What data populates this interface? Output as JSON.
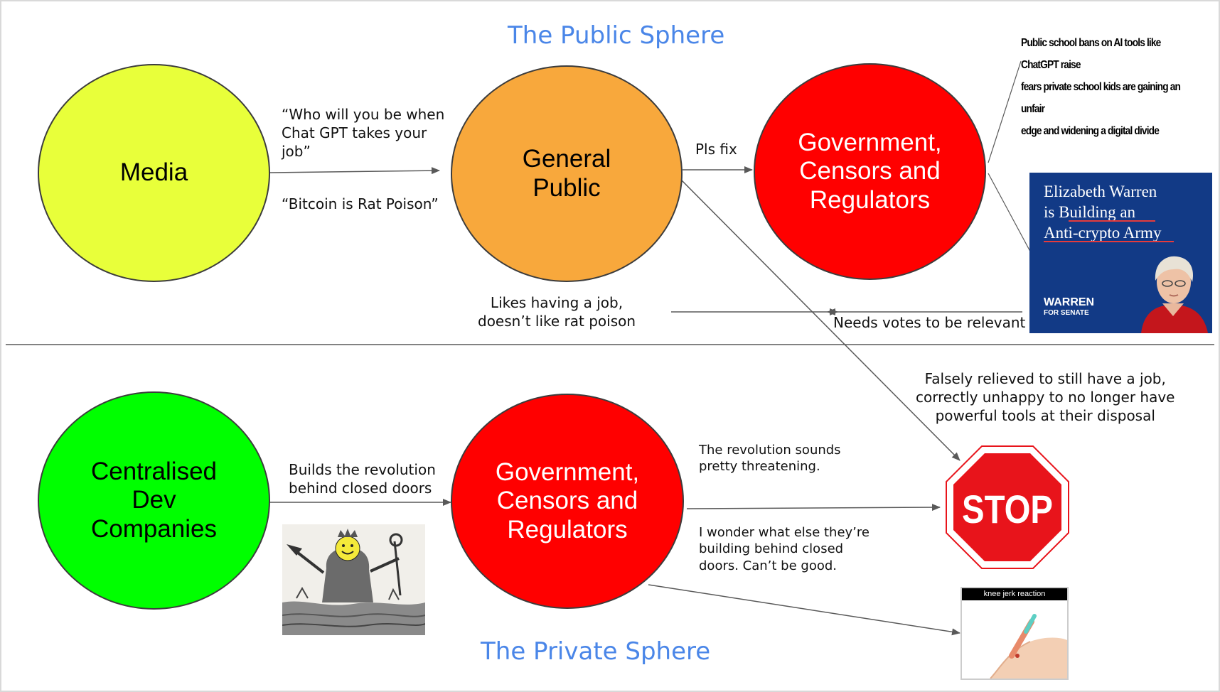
{
  "public_sphere": {
    "title": "The Public Sphere",
    "nodes": {
      "media": {
        "label": "Media",
        "color": "#e8ff3a"
      },
      "general_public": {
        "label": "General\nPublic",
        "color": "#f8a83c"
      },
      "government": {
        "label": "Government,\nCensors and\nRegulators",
        "color": "#ff0000"
      }
    },
    "edges": {
      "media_to_public": "“Who will you be when\nChat GPT takes your\njob”",
      "media_to_public_2": "“Bitcoin is Rat Poison”",
      "public_to_government": "Pls fix",
      "public_feedback": "Likes having a job,\ndoesn’t like rat poison",
      "government_feedback": "Needs votes to be relevant"
    },
    "news_headline": "Public school bans on AI tools like ChatGPT raise\nfears private school kids are gaining an unfair\nedge and widening a digital divide",
    "poster": {
      "headline": "Elizabeth Warren\nis Building an\nAnti-crypto Army",
      "logo_main": "WARREN",
      "logo_sub": "FOR SENATE",
      "background": "#123a86"
    }
  },
  "private_sphere": {
    "title": "The Private Sphere",
    "nodes": {
      "dev_companies": {
        "label": "Centralised\nDev\nCompanies",
        "color": "#00ff00"
      },
      "government": {
        "label": "Government,\nCensors and\nRegulators",
        "color": "#ff0000"
      }
    },
    "edges": {
      "dev_to_government": "Builds the revolution\nbehind closed doors",
      "threat_note": "The revolution sounds\npretty threatening.",
      "wonder_note": " I wonder what else they’re\nbuilding behind closed\ndoors. Can’t be good.",
      "outcome_note": "Falsely relieved to still have a job,\ncorrectly unhappy to no longer have\npowerful tools at their disposal"
    },
    "stop_sign": {
      "text": "STOP",
      "color": "#e8141b"
    },
    "knee_caption": "knee jerk reaction"
  },
  "icons": {
    "stop": "stop-sign-icon",
    "leviathan": "leviathan-engraving-icon",
    "knee": "knee-jerk-icon",
    "portrait": "senator-portrait-icon"
  }
}
